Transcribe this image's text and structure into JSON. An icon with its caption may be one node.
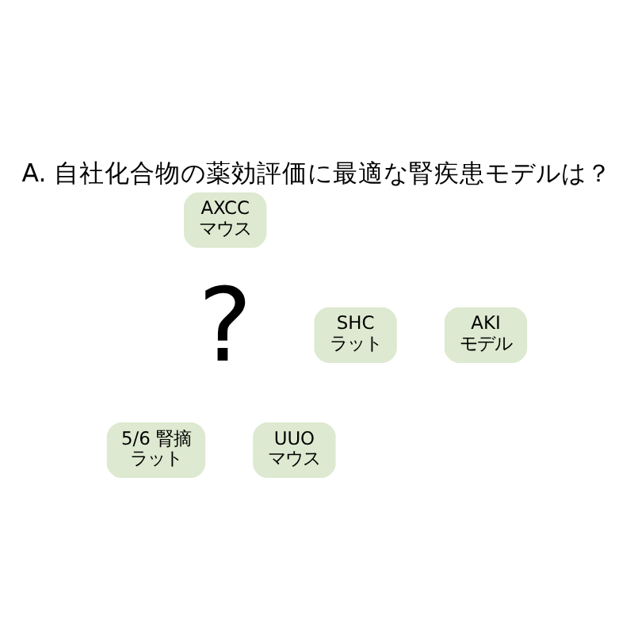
{
  "diagram": {
    "title": "A. 自社化合物の薬効評価に最適な腎疾患モデルは？",
    "nodes": [
      {
        "text": [
          "AXCC",
          "マウス"
        ]
      },
      {
        "text": [
          "SHC",
          "ラット"
        ]
      },
      {
        "text": [
          "AKI",
          "モデル"
        ]
      },
      {
        "text": [
          "5/6 腎摘",
          "ラット"
        ]
      },
      {
        "text": [
          "UUO",
          "マウス"
        ]
      }
    ],
    "labels": [
      "?"
    ]
  }
}
